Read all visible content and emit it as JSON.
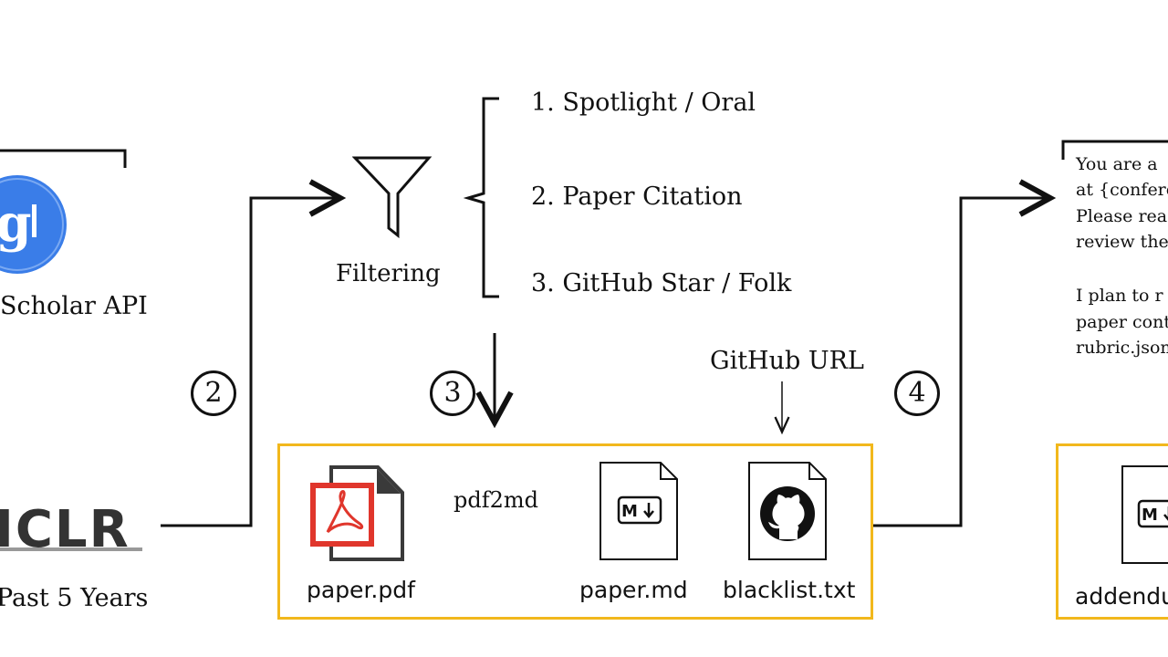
{
  "left_source": {
    "scholar_label": "Scholar API",
    "iclr_logo_text": "ICLR",
    "years_label": "Past 5 Years"
  },
  "steps": {
    "step2": "2",
    "step3": "3",
    "step4": "4"
  },
  "filter": {
    "label": "Filtering",
    "criteria": [
      "1. Spotlight / Oral",
      "2. Paper Citation",
      "3. GitHub Star / Folk"
    ]
  },
  "pipeline": {
    "pdf_file": "paper.pdf",
    "convert_label": "pdf2md",
    "md_file": "paper.md",
    "blacklist_file": "blacklist.txt",
    "github_url_label": "GitHub URL"
  },
  "prompt": {
    "lines_block1": [
      "You are a",
      "at {confere",
      "Please reac",
      "review the"
    ],
    "lines_block2": [
      "I plan to r",
      "paper cont",
      "rubric.json"
    ]
  },
  "right_box": {
    "file_label": "addendu"
  },
  "colors": {
    "accent_yellow": "#f2b81c",
    "pdf_red": "#e0362c",
    "google_blue": "#3a7de8"
  }
}
